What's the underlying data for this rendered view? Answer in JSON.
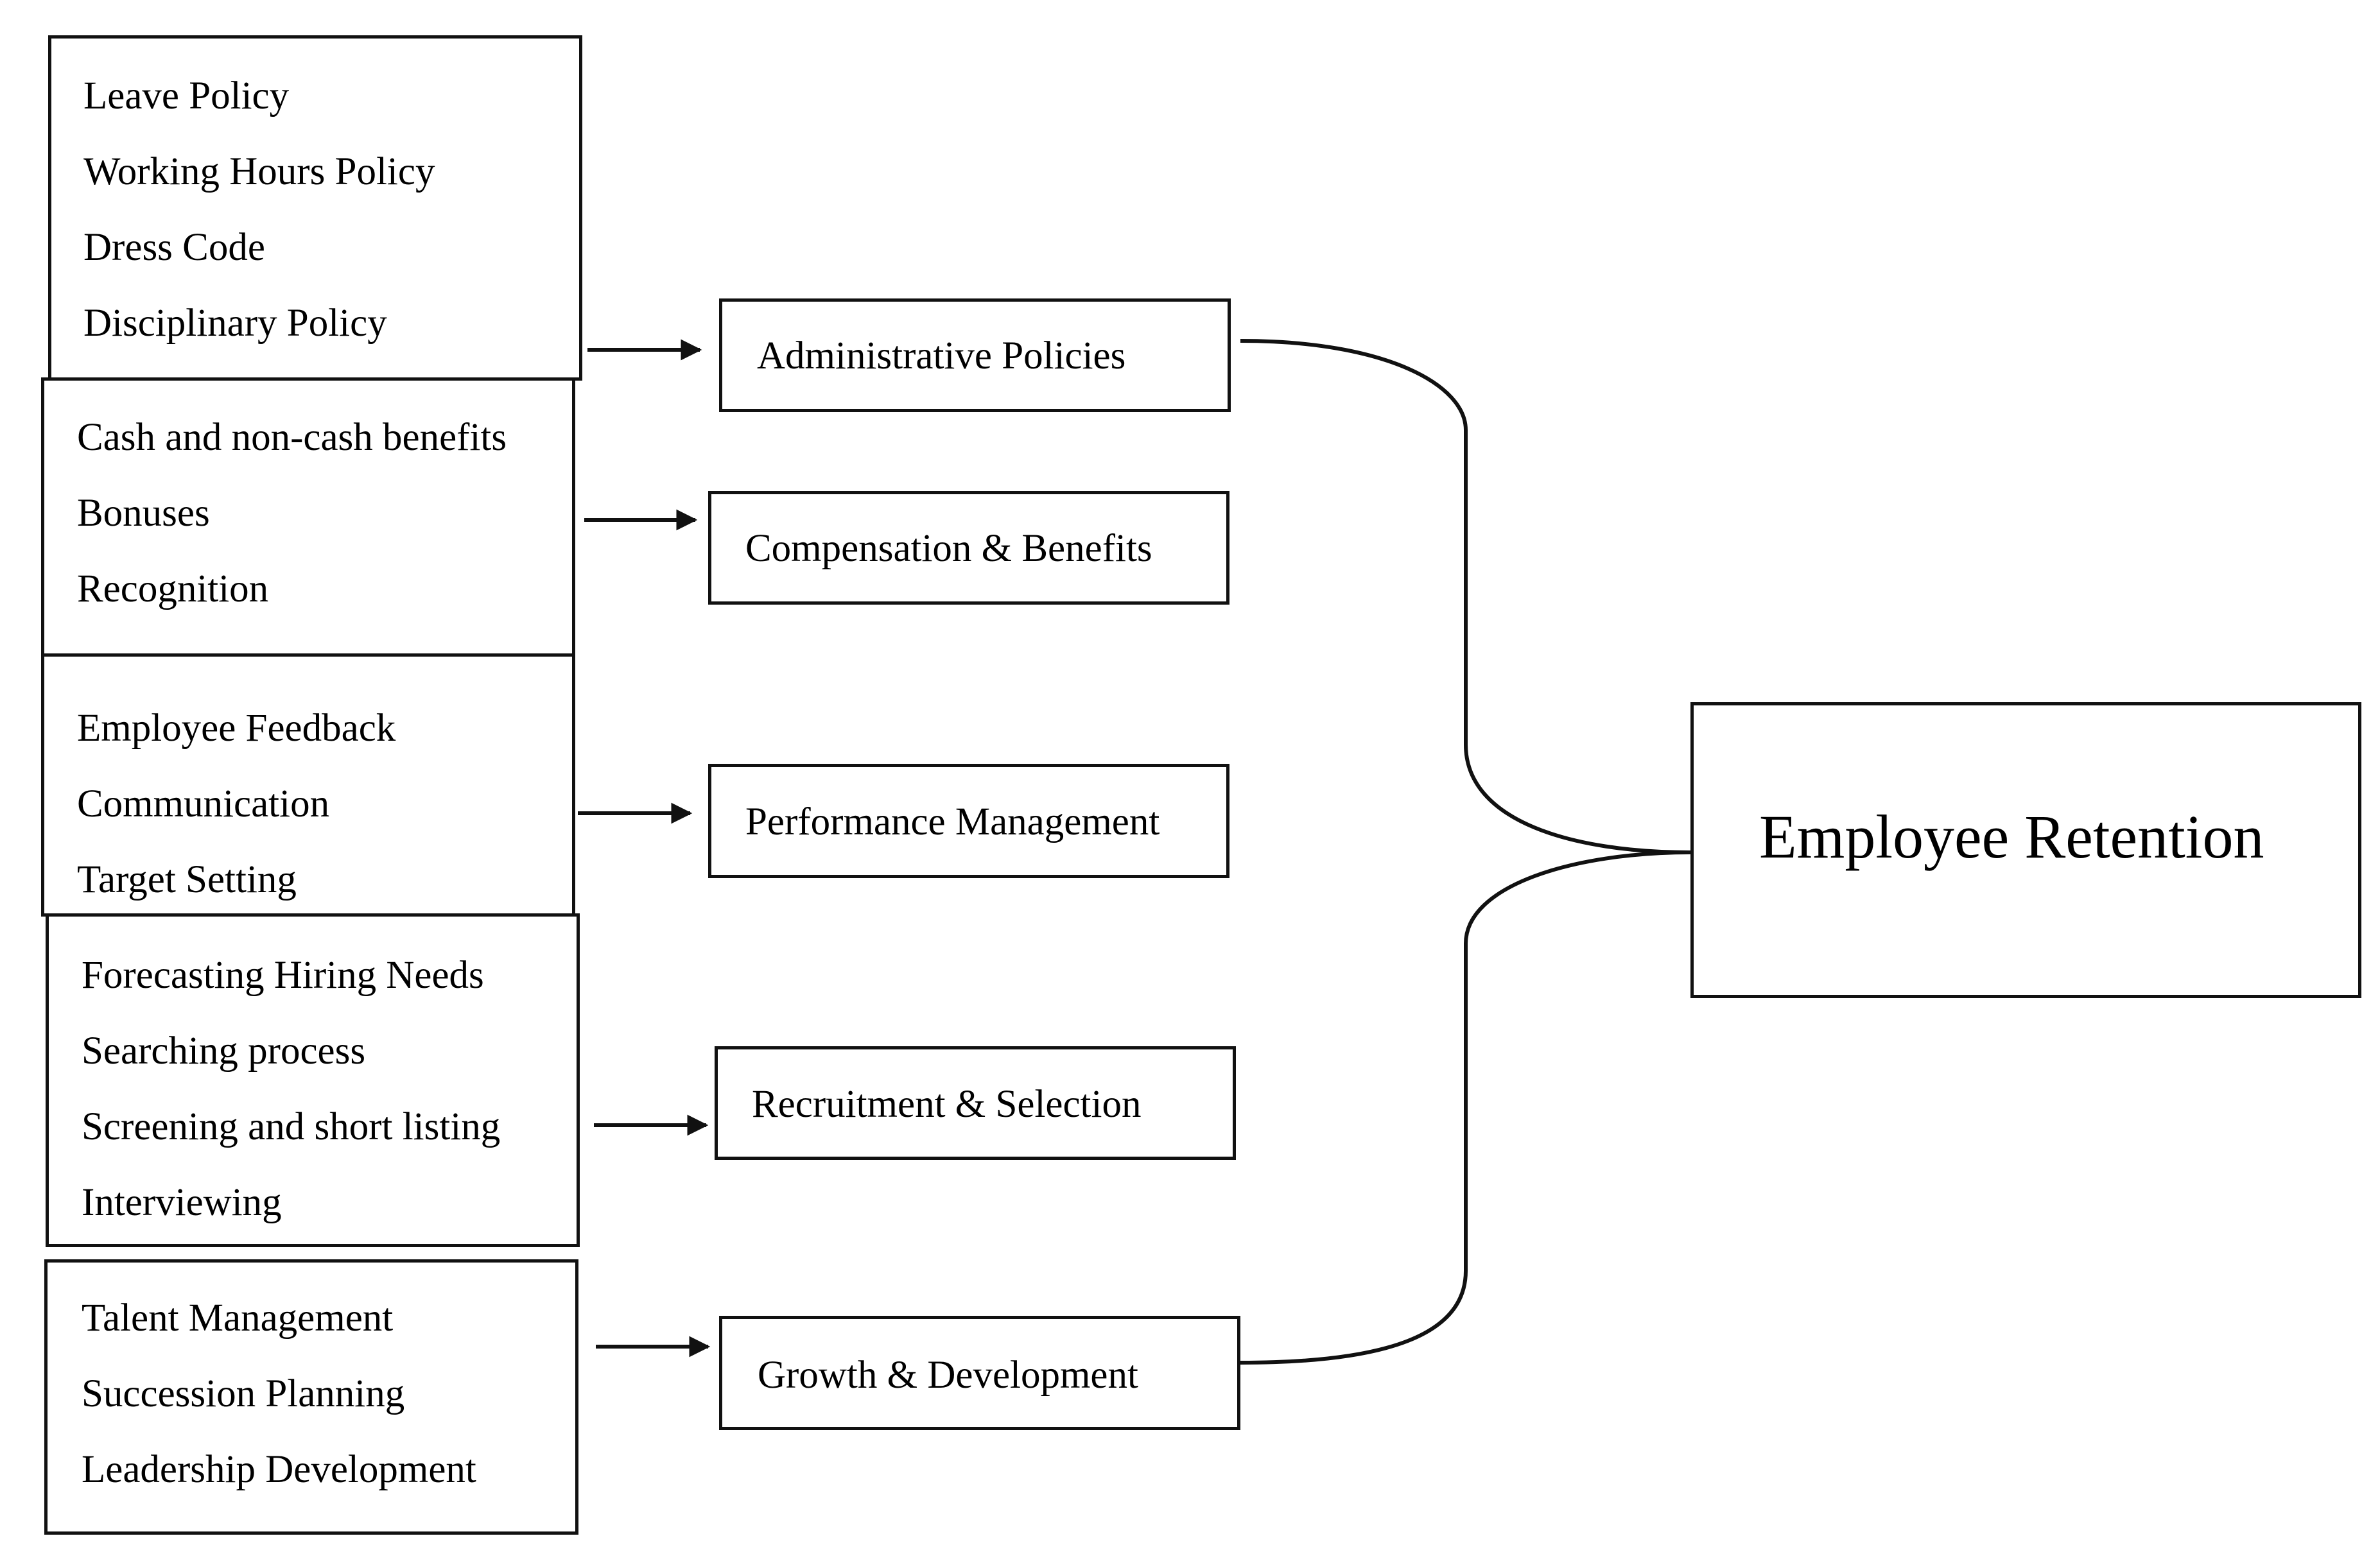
{
  "diagram": {
    "factor_groups": [
      {
        "id": "admin",
        "items": [
          "Leave Policy",
          "Working Hours Policy",
          "Dress Code",
          "Disciplinary Policy"
        ]
      },
      {
        "id": "comp",
        "items": [
          "Cash and non-cash benefits",
          "Bonuses",
          "Recognition"
        ]
      },
      {
        "id": "perf",
        "items": [
          "Employee Feedback",
          "Communication",
          "Target Setting"
        ]
      },
      {
        "id": "recruit",
        "items": [
          "Forecasting Hiring Needs",
          "Searching process",
          "Screening and short listing",
          "Interviewing"
        ]
      },
      {
        "id": "growth",
        "items": [
          "Talent Management",
          "Succession Planning",
          "Leadership Development"
        ]
      }
    ],
    "categories": [
      {
        "id": "admin",
        "label": "Administrative Policies"
      },
      {
        "id": "comp",
        "label": "Compensation & Benefits"
      },
      {
        "id": "perf",
        "label": "Performance Management"
      },
      {
        "id": "recruit",
        "label": "Recruitment & Selection"
      },
      {
        "id": "growth",
        "label": "Growth & Development"
      }
    ],
    "outcome": {
      "label": "Employee Retention"
    },
    "colors": {
      "stroke": "#111111",
      "background": "#ffffff",
      "text": "#000000"
    }
  }
}
